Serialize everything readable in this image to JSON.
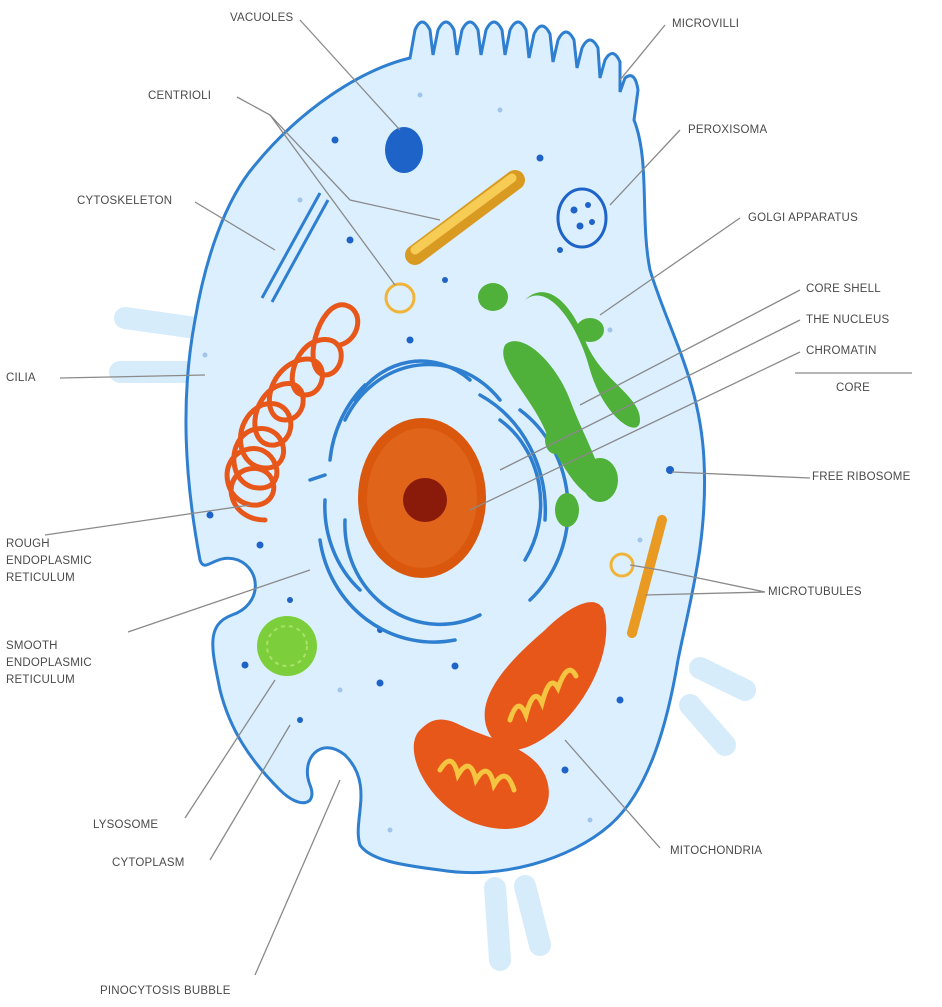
{
  "labels": {
    "vacuoles": "VACUOLES",
    "microvilli": "MICROVILLI",
    "centriole": "CENTRIOLI",
    "peroxisome": "PEROXISOMA",
    "cytoskeleton": "CYTOSKELETON",
    "golgi": "GOLGI APPARATUS",
    "core_shell": "CORE SHELL",
    "the_nucleus": "THE NUCLEUS",
    "chromatin": "CHROMATIN",
    "core": "CORE",
    "cilia": "CILIA",
    "free_ribosome": "FREE RIBOSOME",
    "rough_er": [
      "ROUGH",
      "ENDOPLASMIC",
      "RETICULUM"
    ],
    "microtubules": "MICROTUBULES",
    "smooth_er": [
      "SMOOTH",
      "ENDOPLASMIC",
      "RETICULUM"
    ],
    "lysosome": "LYSOSOME",
    "mitochondria": "MITOCHONDRIA",
    "cytoplasm": "CYTOPLASM",
    "pinocytosis": "PINOCYTOSIS BUBBLE"
  },
  "colors": {
    "membrane": "#2f7fd0",
    "cytoplasm": "#dcefff",
    "nucleus": "#d9580e",
    "nucleolus": "#8a1a0a",
    "golgi": "#4fb03a",
    "mitochondria": "#e8571a",
    "mito_cristae": "#f5c440",
    "centriole": "#f2b83a",
    "lysosome": "#7ccf3a",
    "vacuole": "#1e63c8",
    "leader_line": "#8a8a8a"
  }
}
